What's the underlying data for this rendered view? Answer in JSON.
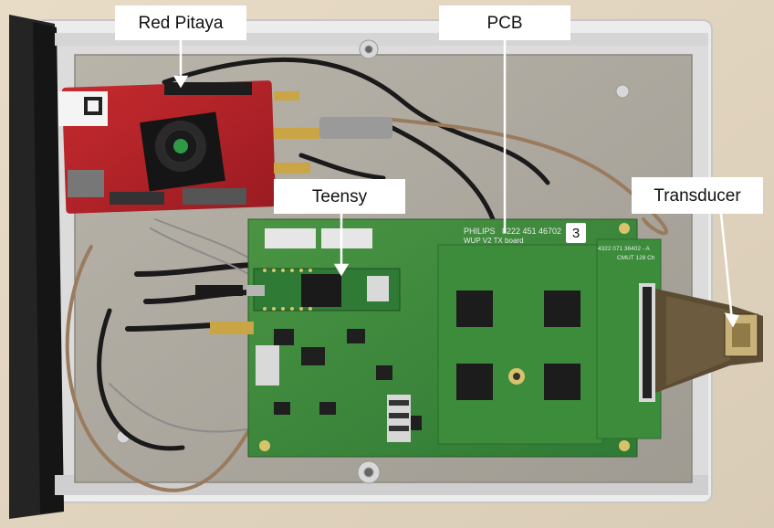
{
  "labels": {
    "red_pitaya": "Red Pitaya",
    "pcb": "PCB",
    "teensy": "Teensy",
    "transducer": "Transducer"
  },
  "pcb_silkscreen": {
    "maker": "PHILIPS",
    "part_number": "8222 451 46702",
    "board_name": "WUP V2  TX board",
    "board_index": "3",
    "connector_board_id": "4322 071 36402 - A",
    "connector_board_name": "CMUT 128 Ch"
  },
  "colors": {
    "label_bg": "#ffffff",
    "label_text": "#111111",
    "pcb_green": "#3f8a3a",
    "red_pitaya_red": "#b5222a",
    "enclosure_panel": "#2a2a2a",
    "cable_tan": "#9a7b5e"
  }
}
